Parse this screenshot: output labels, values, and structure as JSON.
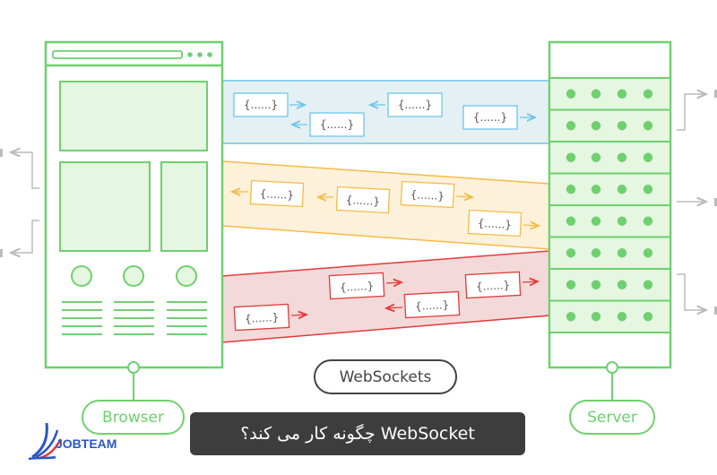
{
  "colors": {
    "green": "#6fd06f",
    "green_fill": "#e5f6e1",
    "blue": "#6ec6ea",
    "blue_fill": "#e4f0f3",
    "orange": "#f6bb45",
    "orange_fill": "#fdf1da",
    "red": "#e23b3b",
    "red_fill": "#f3d9d9",
    "caption_bg": "#3d3d3d"
  },
  "labels": {
    "browser": "Browser",
    "server": "Server",
    "websockets": "WebSockets",
    "caption": "WebSocket چگونه کار می کند؟",
    "logo": "JOBTEAM"
  },
  "message_text": "{......}"
}
